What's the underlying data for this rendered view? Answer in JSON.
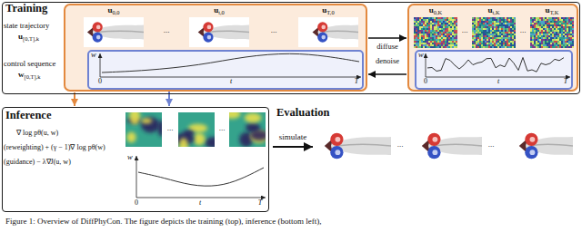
{
  "diagram": {
    "nodes": [
      {
        "text": [
          "Training"
        ]
      },
      {
        "text": [
          "u0,0",
          "ut,0",
          "uT,0"
        ],
        "in": 0
      },
      {
        "text": [
          "w",
          "0",
          "t",
          "T"
        ],
        "in": 1
      },
      {
        "text": [
          "u0,K",
          "ut,K",
          "uT,K"
        ],
        "in": 0
      },
      {
        "text": [
          "w",
          "0",
          "t",
          "T"
        ],
        "in": 3
      },
      {
        "text": [
          "Inference"
        ]
      }
    ],
    "edges": [
      {
        "from": 1,
        "to": 3,
        "label": "diffuse",
        "arrow": "to"
      },
      {
        "from": 3,
        "to": 1,
        "label": "denoise",
        "arrow": "to"
      },
      {
        "from": 1,
        "to": 5,
        "arrow": "to"
      },
      {
        "from": 2,
        "to": 5,
        "arrow": "to"
      }
    ],
    "labels": [
      "state trajectory",
      "u[0,T],k",
      "control sequence",
      "w[0,T],k",
      "...",
      "...",
      "...",
      "...",
      "∇ log pθ(u, w)",
      "(reweighting) + (γ − 1)∇ log pθ(w)",
      "(guidance) − λ∇J(u, w)",
      "...",
      "...",
      "w",
      "0",
      "t",
      "T",
      "Evaluation",
      "simulate",
      "...",
      "..."
    ],
    "caption": "Figure 1: Overview of DiffPhyCon. The figure depicts the training (top), inference (bottom left),"
  }
}
